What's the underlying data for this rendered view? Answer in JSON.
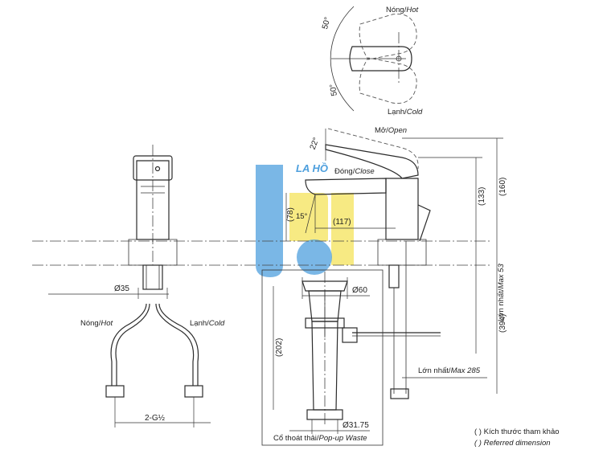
{
  "colors": {
    "line": "#2b2b2b",
    "watermark_blue": "#2f8fd8",
    "watermark_yellow": "#f4e04a"
  },
  "watermark": {
    "text": "LA HỒ"
  },
  "top_view": {
    "hot_label": "Nóng/",
    "hot_label_en": "Hot",
    "cold_label": "Lạnh/",
    "cold_label_en": "Cold",
    "angle_top": "50°",
    "angle_bottom": "50°"
  },
  "side_view": {
    "open_label": "Mở/",
    "open_label_en": "Open",
    "close_label": "Đóng/",
    "close_label_en": "Close",
    "angle_lever": "22°",
    "angle_spout": "15°",
    "dim_spout_height": "(78)",
    "dim_reach": "(117)",
    "dim_133": "(133)",
    "dim_160": "(160)",
    "dim_394": "(394)",
    "max53_label": "Lớn nhất/",
    "max53_label_en": "Max 53",
    "max285_label": "Lớn nhất/",
    "max285_label_en": "Max 285"
  },
  "front_view": {
    "dia35": "Ø35",
    "hot_label": "Nóng/",
    "hot_label_en": "Hot",
    "cold_label": "Lạnh/",
    "cold_label_en": "Cold",
    "thread": "2-G½"
  },
  "waste": {
    "dia60": "Ø60",
    "dim202": "(202)",
    "dia3175": "Ø31.75",
    "caption": "Cổ thoát thải/",
    "caption_en": "Pop-up Waste"
  },
  "legend": {
    "line1": "( ) Kích thước tham khảo",
    "line2": "( ) Referred dimension"
  }
}
